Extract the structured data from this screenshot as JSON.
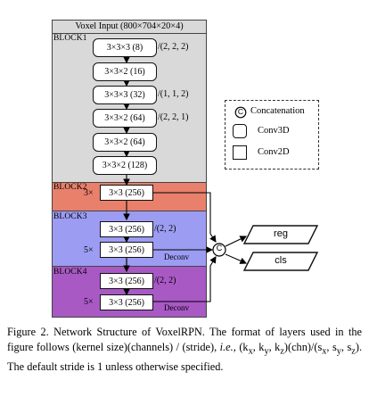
{
  "diagram": {
    "input_title": "Voxel Input (800×704×20×4)",
    "block1": {
      "label": "BLOCK1",
      "layers": [
        {
          "text": "3×3×3 (8)",
          "stride": "/(2, 2, 2)"
        },
        {
          "text": "3×3×2 (16)",
          "stride": ""
        },
        {
          "text": "3×3×3 (32)",
          "stride": "/(1, 1, 2)"
        },
        {
          "text": "3×3×2 (64)",
          "stride": "/(2, 2, 1)"
        },
        {
          "text": "3×3×2 (64)",
          "stride": ""
        },
        {
          "text": "3×3×2 (128)",
          "stride": ""
        }
      ]
    },
    "block2": {
      "label": "BLOCK2",
      "multiplier": "3×",
      "layer": "3×3 (256)"
    },
    "block3": {
      "label": "BLOCK3",
      "layer1": "3×3 (256)",
      "stride": "/(2, 2)",
      "multiplier": "5×",
      "layer2": "3×3 (256)",
      "deconv": "Deconv"
    },
    "block4": {
      "label": "BLOCK4",
      "layer1": "3×3 (256)",
      "stride": "/(2, 2)",
      "multiplier": "5×",
      "layer2": "3×3 (256)",
      "deconv": "Deconv"
    },
    "concat_symbol": "C",
    "outputs": [
      "reg",
      "cls"
    ],
    "legend": {
      "concat_symbol": "C",
      "concat_label": "Concatenation",
      "conv3d_label": "Conv3D",
      "conv2d_label": "Conv2D"
    }
  },
  "caption": {
    "p1": "Figure 2. Network Structure of VoxelRPN. The format of layers used in the figure follows (kernel size)(channels) / (stride), ",
    "p1_ie": "i.e.,",
    "p2": "(k",
    "p3": "). The default stride is 1 unless otherwise specified."
  },
  "colors": {
    "block1": "#d9d9d9",
    "block2": "#e8806b",
    "block3": "#9c9cf2",
    "block4": "#a859c4"
  }
}
